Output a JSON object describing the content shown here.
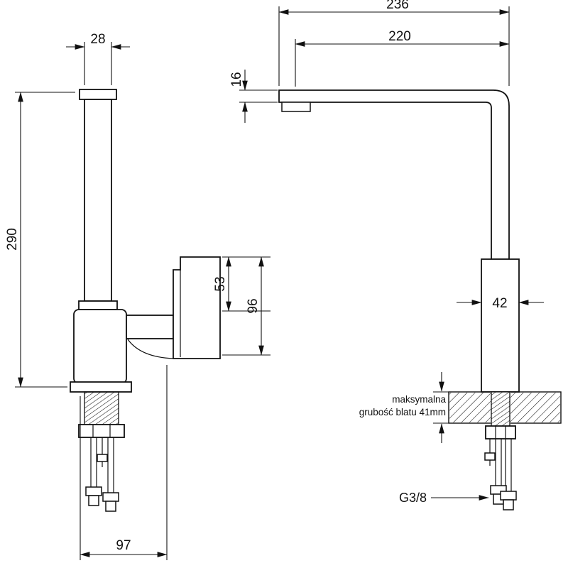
{
  "labels": {
    "dim_lever_width": "28",
    "dim_overall_height": "290",
    "dim_spout_top_offset": "53",
    "dim_body_drop": "96",
    "dim_base_depth": "97",
    "dim_overall_reach": "236",
    "dim_spout_reach": "220",
    "dim_spout_thickness": "16",
    "dim_column_width": "42",
    "dim_thread": "G3/8",
    "note_line1": "maksymalna",
    "note_line2": "grubość blatu 41mm"
  }
}
